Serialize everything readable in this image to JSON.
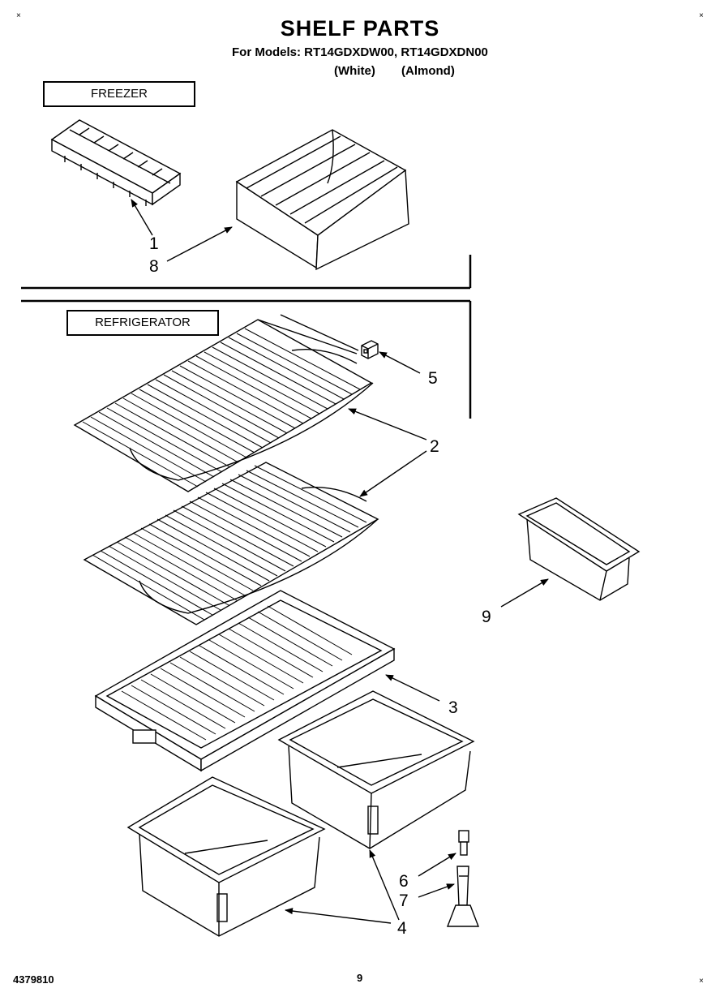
{
  "header": {
    "title": "SHELF PARTS",
    "models_line": "For Models: RT14GDXDW00, RT14GDXDN00",
    "color_labels": [
      "(White)",
      "(Almond)"
    ]
  },
  "sections": {
    "freezer": "FREEZER",
    "refrigerator": "REFRIGERATOR"
  },
  "callouts": {
    "c1": "1",
    "c2": "2",
    "c3": "3",
    "c4": "4",
    "c5": "5",
    "c6": "6",
    "c7": "7",
    "c8": "8",
    "c9": "9"
  },
  "footer": {
    "doc_number": "4379810",
    "page_number": "9"
  },
  "corner_marks": [
    "×",
    "×",
    "×"
  ]
}
